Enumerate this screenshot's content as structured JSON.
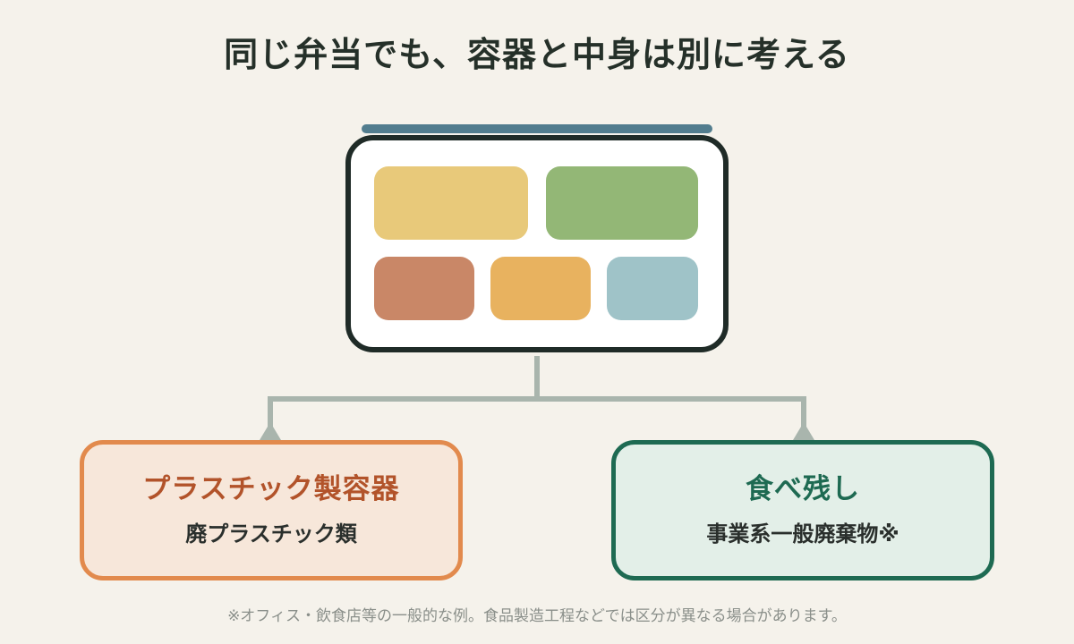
{
  "title": "同じ弁当でも、容器と中身は別に考える",
  "colors": {
    "background": "#f5f2eb",
    "lid": "#527d8e",
    "container_outline": "#1f2b27",
    "compartment_yellow": "#e8c97a",
    "compartment_green": "#93b776",
    "compartment_terracotta": "#c98767",
    "compartment_orange": "#e8b25f",
    "compartment_blue": "#9fc3c8",
    "connector": "#a9b5ad",
    "left_accent": "#e28a4d",
    "right_accent": "#1e6a52"
  },
  "left_box": {
    "title": "プラスチック製容器",
    "subtitle": "廃プラスチック類"
  },
  "right_box": {
    "title": "食べ残し",
    "subtitle": "事業系一般廃棄物※"
  },
  "footnote": "※オフィス・飲食店等の一般的な例。食品製造工程などでは区分が異なる場合があります。"
}
